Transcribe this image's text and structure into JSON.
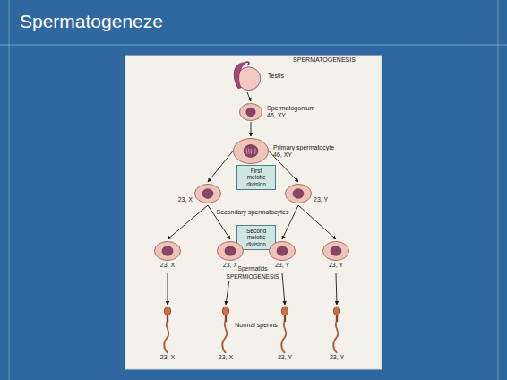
{
  "diagram": {
    "title": "Spermatogeneze",
    "nodes": [
      {
        "text": [
          "Testis"
        ]
      },
      {
        "text": [
          "Spermatogonium",
          "46, XY"
        ]
      },
      {
        "text": [
          "Primary spermatocyte",
          "46, XY"
        ]
      },
      {
        "text": [
          "First meiotic division"
        ]
      },
      {
        "text": [
          "23, X"
        ]
      },
      {
        "text": [
          "23, Y"
        ]
      },
      {
        "text": [
          "Second meiotic division"
        ]
      },
      {
        "text": [
          "23, X"
        ]
      },
      {
        "text": [
          "23, X"
        ]
      },
      {
        "text": [
          "23, Y"
        ]
      },
      {
        "text": [
          "23, Y"
        ]
      },
      {
        "text": [
          "23, X"
        ]
      },
      {
        "text": [
          "23, X"
        ]
      },
      {
        "text": [
          "23, Y"
        ]
      },
      {
        "text": [
          "23, Y"
        ]
      }
    ],
    "edges": [
      {
        "from": 0,
        "to": 1,
        "arrow": "to"
      },
      {
        "from": 1,
        "to": 2,
        "arrow": "to"
      },
      {
        "from": 2,
        "to": 4,
        "arrow": "to"
      },
      {
        "from": 2,
        "to": 5,
        "arrow": "to"
      },
      {
        "from": 4,
        "to": 7,
        "arrow": "to"
      },
      {
        "from": 4,
        "to": 8,
        "arrow": "to"
      },
      {
        "from": 5,
        "to": 9,
        "arrow": "to"
      },
      {
        "from": 5,
        "to": 10,
        "arrow": "to"
      },
      {
        "from": 7,
        "to": 11,
        "arrow": "to"
      },
      {
        "from": 8,
        "to": 12,
        "arrow": "to"
      },
      {
        "from": 9,
        "to": 13,
        "arrow": "to"
      },
      {
        "from": 10,
        "to": 14,
        "arrow": "to"
      }
    ],
    "labels": [
      "SPERMATOGENESIS",
      "Secondary spermatocytes",
      "Spermatids",
      "SPERMIOGENESIS",
      "Normal sperms"
    ]
  }
}
